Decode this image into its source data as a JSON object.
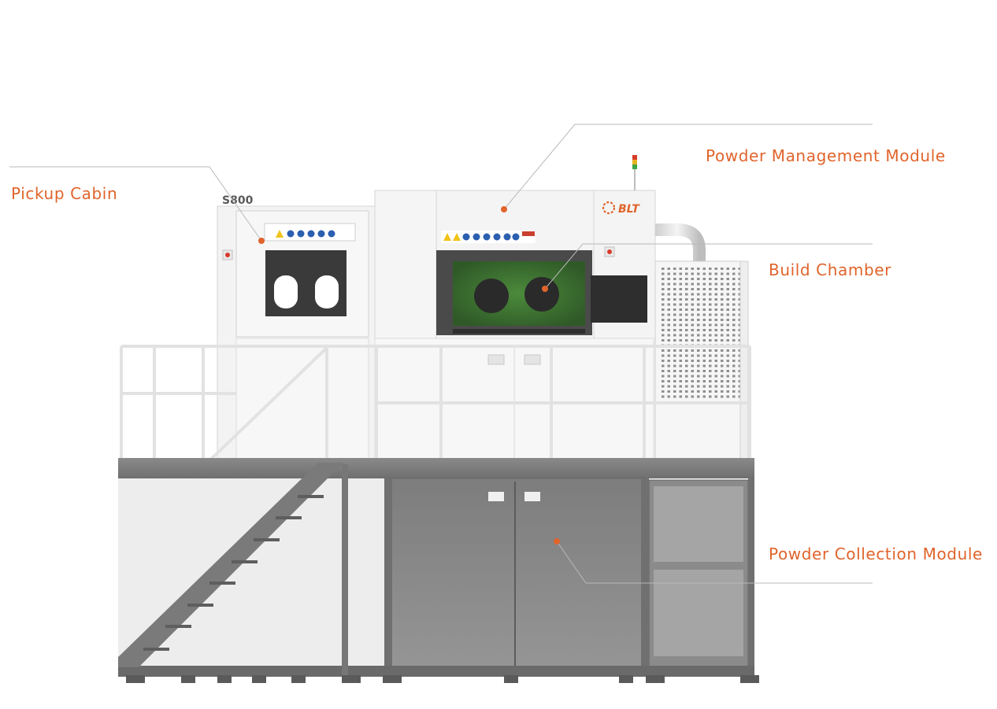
{
  "labels": {
    "pickup_cabin": "Pickup Cabin",
    "powder_management": "Powder Management Module",
    "build_chamber": "Build Chamber",
    "powder_collection": "Powder Collection Module"
  },
  "machine": {
    "model_mark": "S800",
    "brand_logo": "BLT"
  },
  "colors": {
    "accent": "#e0642b",
    "leader_line": "#b9b9b9",
    "platform": "#6b6b6b",
    "machine_body": "#f2f2f2",
    "window_glow": "#3f7a33"
  },
  "icons": [
    "warning-sign-icon",
    "mandatory-sign-icon",
    "signal-light-icon",
    "brand-logo-icon"
  ]
}
